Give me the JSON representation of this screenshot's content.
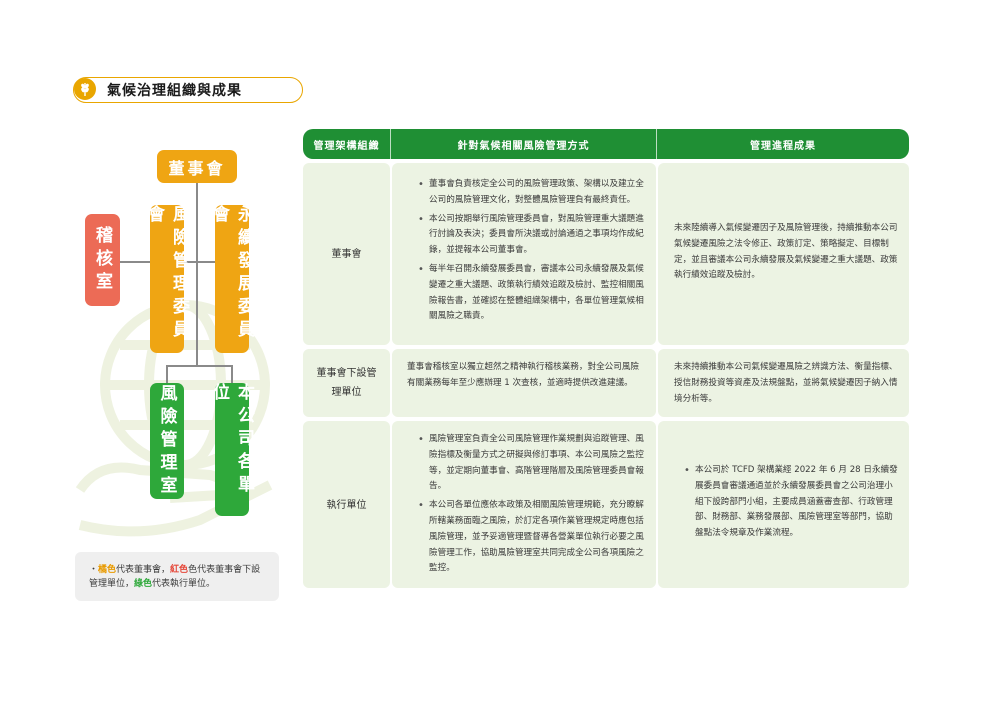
{
  "section_title": "氣候治理組織與成果",
  "org_chart": {
    "board": "董事會",
    "audit": "稽核室",
    "risk_committee": "風險管理委員會",
    "esg_committee": "永續發展委員會",
    "risk_office": "風險管理室",
    "units": "本公司各單位"
  },
  "legend": {
    "prefix": "・",
    "orange_word": "橘色",
    "orange_text": "代表董事會，",
    "red_word": "紅色",
    "red_text": "色代表董事會下設管理單位，",
    "green_word": "綠色",
    "green_text": "代表執行單位。"
  },
  "table": {
    "headers": [
      "管理架構組織",
      "針對氣候相關風險管理方式",
      "管理進程成果"
    ],
    "rows": [
      {
        "org": "董事會",
        "methods": [
          "董事會負責核定全公司的風險管理政策、架構以及建立全公司的風險管理文化，對整體風險管理負有最終責任。",
          "本公司按期舉行風險管理委員會，對風險管理重大議題進行討論及表決；委員會所決議或討論通過之事項均作成紀錄，並提報本公司董事會。",
          "每半年召開永續發展委員會，審議本公司永續發展及氣候變遷之重大議題、政策執行績效追蹤及檢討、監控相關風險報告書，並確認在整體組織架構中，各單位管理氣候相關風險之職責。"
        ],
        "results": "未來陸續導入氣候變遷因子及風險管理後，持續推動本公司氣候變遷風險之法令修正、政策訂定、策略擬定、目標制定，並且審議本公司永續發展及氣候變遷之重大議題、政策執行績效追蹤及檢討。"
      },
      {
        "org": "董事會下設管理單位",
        "methods": "董事會稽核室以獨立超然之精神執行稽核業務，對全公司風險有關業務每年至少應辦理 1 次查核，並適時提供改進建議。",
        "results": "未來持續推動本公司氣候變遷風險之辨識方法、衡量指標、授信財務投資等資產及法規盤點，並將氣候變遷因子納入情境分析等。"
      },
      {
        "org": "執行單位",
        "methods": [
          "風險管理室負責全公司風險管理作業規劃與追蹤管理、風險指標及衡量方式之研擬與修訂事項、本公司風險之監控等，並定期向董事會、高階管理階層及風險管理委員會報告。",
          "本公司各單位應依本政策及相關風險管理規範，充分瞭解所轄業務面臨之風險，於訂定各項作業管理規定時應包括風險管理，並予妥適管理暨督導各營業單位執行必要之風險管理工作，協助風險管理室共同完成全公司各項風險之監控。"
        ],
        "results": [
          "本公司於 TCFD 架構業經 2022 年 6 月 28 日永續發展委員會審議通過並於永續發展委員會之公司治理小組下設跨部門小組，主要成員涵蓋審查部、行政管理部、財務部、業務發展部、風險管理室等部門，協助盤點法令規章及作業流程。"
        ]
      }
    ]
  },
  "colors": {
    "orange": "#efa513",
    "red": "#ec6b56",
    "green": "#2ea83a",
    "header_green": "#1f8f34",
    "cell_bg": "#ecf3e3"
  },
  "icons": [
    "wheat-icon",
    "globe-hand-watermark"
  ]
}
